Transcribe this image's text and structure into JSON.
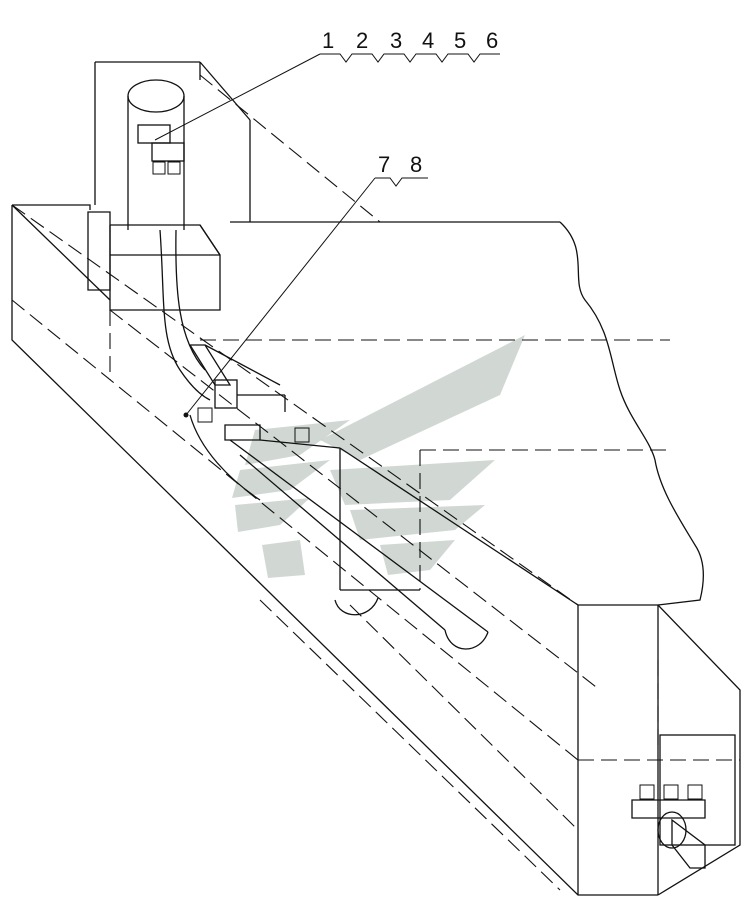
{
  "callouts": {
    "top": [
      "1",
      "2",
      "3",
      "4",
      "5",
      "6"
    ],
    "middle": [
      "7",
      "8"
    ]
  },
  "colors": {
    "line": "#111111",
    "watermark": "#c9d1cd",
    "background": "#ffffff"
  }
}
